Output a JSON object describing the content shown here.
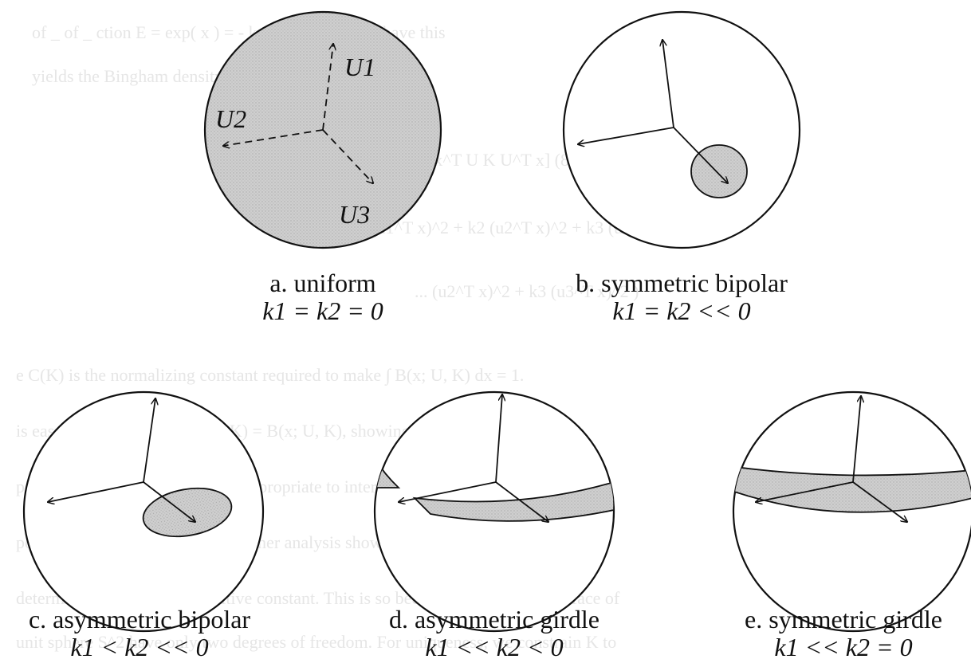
{
  "background_text": [
    "of  _ of  _ ction  E  = exp(  x  )  =  -  k  ...  and using  y  to  have  this",
    "yields the Bingham density function",
    "B(x; U, K) = C(K) exp[...x^T U K U^T x]                          (8.1)",
    "= C(K) exp(k1 (u1^T x)^2 + k2 (u2^T x)^2 + k3 (u3^T x)^2)",
    "...  (u2^T x)^2 + k3 (u3^T x)^2 )",
    "e C(K) is the normalizing constant required to make  ∫ B(x; U, K) dx = 1.",
    "is easy to verify that B(−x; U, K) = B(x; U, K), showing that the density function",
    "podally symmetric and that it is appropriate to interpret x as an undirected axis or",
    "points in the projective plane. Further analysis shows that the \"shape\" parameters K",
    "determined only up to an additive constant. This is so because points on the surface of",
    "unit sphere S^2 have only two degrees of freedom. For uniqueness, we constrain K to"
  ],
  "axis_labels": {
    "u1": "U1",
    "u2": "U2",
    "u3": "U3"
  },
  "panels": [
    {
      "title": "a. uniform",
      "equation": "k1 = k2 = 0"
    },
    {
      "title": "b. symmetric bipolar",
      "equation": "k1 = k2 << 0"
    },
    {
      "title": "c. asymmetric bipolar",
      "equation": "k1 < k2 << 0"
    },
    {
      "title": "d. asymmetric girdle",
      "equation": "k1 << k2 < 0"
    },
    {
      "title": "e. symmetric girdle",
      "equation": "k1 << k2 = 0"
    }
  ],
  "colors": {
    "fill": "#c9c9c9",
    "ink": "#111111",
    "ghost_text": "#e6e6e6"
  }
}
